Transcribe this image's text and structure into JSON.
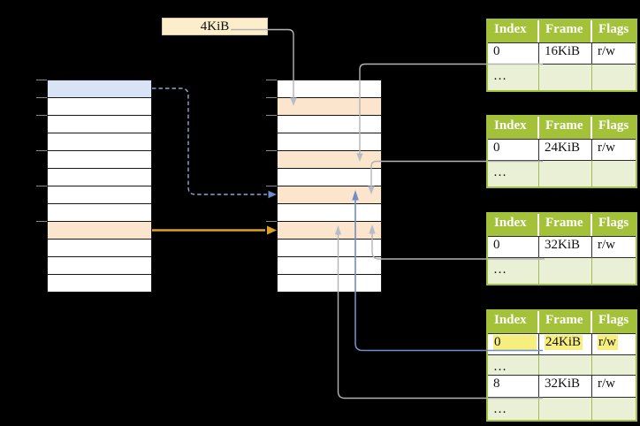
{
  "page_size_label": "4KiB",
  "colors": {
    "background": "#000000",
    "table_green": "#a4c13a",
    "table_border_green": "#9cb838",
    "dots_row_bg": "#e9f0d5",
    "row_white": "#ffffff",
    "cell_border": "#2e2e2e",
    "header_text": "#ffffff",
    "highlight_yellow": "#f6ee7d",
    "orange_row": "#fce5cd",
    "blue_row": "#d8e3f5",
    "label_box_bg": "#fcedcb",
    "label_box_border": "#d8c7a0",
    "mem_table_border": "#161616",
    "gray_line": "#b3b3b3",
    "gray_arrowhead": "#b6bdc9",
    "blue_dashed_line": "#8aa5d6",
    "blue_solid_line": "#6d8ec7",
    "blue_arrowhead": "#6d8ec7",
    "orange_arrow": "#e0a225",
    "tick": "#8a8a8a"
  },
  "virtual_memory_column": {
    "rows": [
      "blue",
      "white",
      "white",
      "white",
      "white",
      "white",
      "white",
      "white",
      "orange",
      "white",
      "white",
      "white"
    ]
  },
  "page_table_column": {
    "rows": [
      "white",
      "orange",
      "white",
      "white",
      "orange",
      "white",
      "orange",
      "white",
      "orange",
      "white",
      "white",
      "white"
    ]
  },
  "frame_tables": [
    {
      "headers": [
        "Index",
        "Frame",
        "Flags"
      ],
      "rows": [
        {
          "index": "0",
          "frame": "16KiB",
          "flags": "r/w",
          "dots": false,
          "highlight": false
        },
        {
          "index": "…",
          "frame": "",
          "flags": "",
          "dots": true,
          "highlight": false
        }
      ]
    },
    {
      "headers": [
        "Index",
        "Frame",
        "Flags"
      ],
      "rows": [
        {
          "index": "0",
          "frame": "24KiB",
          "flags": "r/w",
          "dots": false,
          "highlight": false
        },
        {
          "index": "…",
          "frame": "",
          "flags": "",
          "dots": true,
          "highlight": false
        }
      ]
    },
    {
      "headers": [
        "Index",
        "Frame",
        "Flags"
      ],
      "rows": [
        {
          "index": "0",
          "frame": "32KiB",
          "flags": "r/w",
          "dots": false,
          "highlight": false
        },
        {
          "index": "…",
          "frame": "",
          "flags": "",
          "dots": true,
          "highlight": false
        }
      ]
    },
    {
      "headers": [
        "Index",
        "Frame",
        "Flags"
      ],
      "rows": [
        {
          "index": "0",
          "frame": "24KiB",
          "flags": "r/w",
          "dots": false,
          "highlight": true
        },
        {
          "index": "…",
          "frame": "",
          "flags": "",
          "dots": true,
          "highlight": false
        },
        {
          "index": "8",
          "frame": "32KiB",
          "flags": "r/w",
          "dots": false,
          "highlight": false
        },
        {
          "index": "…",
          "frame": "",
          "flags": "",
          "dots": true,
          "highlight": false
        }
      ]
    }
  ]
}
